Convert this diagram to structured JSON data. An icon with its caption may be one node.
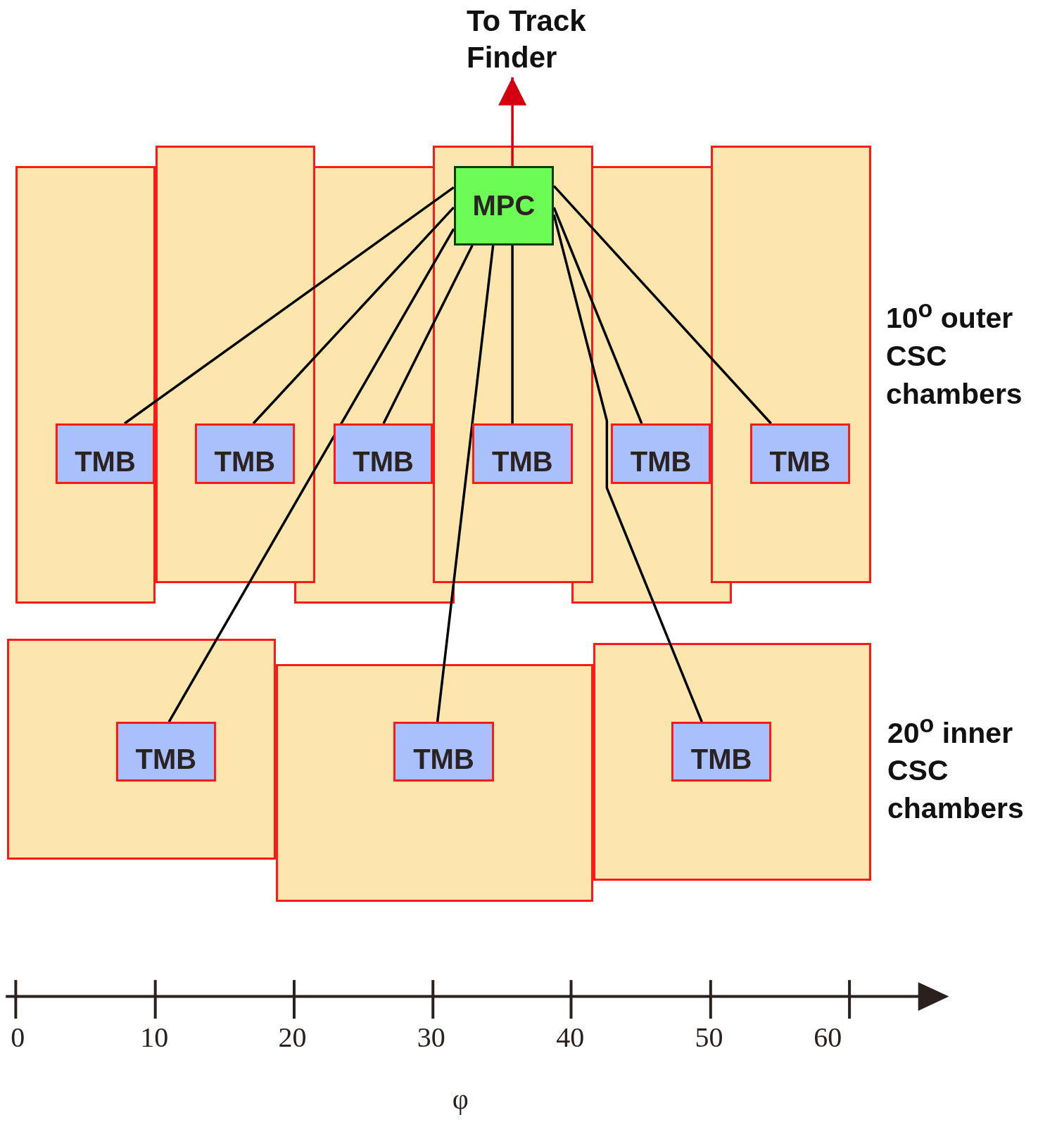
{
  "diagram": {
    "nodes": [
      {
        "text": [
          "To Track Finder"
        ]
      },
      {
        "text": [],
        "shape": "box"
      },
      {
        "text": [],
        "shape": "box"
      },
      {
        "text": [],
        "shape": "box"
      },
      {
        "text": [],
        "shape": "box"
      },
      {
        "text": [
          "MPC"
        ],
        "in": 4
      },
      {
        "text": [],
        "shape": "box"
      },
      {
        "text": [],
        "shape": "box"
      },
      {
        "text": [
          "TMB"
        ],
        "in": 1
      },
      {
        "text": [
          "TMB"
        ],
        "in": 2
      },
      {
        "text": [
          "TMB"
        ],
        "in": 3
      },
      {
        "text": [
          "TMB"
        ],
        "in": 4
      },
      {
        "text": [
          "TMB"
        ],
        "in": 6
      },
      {
        "text": [
          "TMB"
        ],
        "in": 7
      },
      {
        "text": [],
        "shape": "box"
      },
      {
        "text": [],
        "shape": "box"
      },
      {
        "text": [],
        "shape": "box"
      },
      {
        "text": [
          "TMB"
        ],
        "in": 14
      },
      {
        "text": [
          "TMB"
        ],
        "in": 15
      },
      {
        "text": [
          "TMB"
        ],
        "in": 16
      }
    ],
    "edges": [
      {
        "from": 5,
        "to": 0,
        "arrow": "to",
        "color": "#d4000f"
      },
      {
        "from": 5,
        "to": 8,
        "arrow": "none"
      },
      {
        "from": 5,
        "to": 9,
        "arrow": "none"
      },
      {
        "from": 5,
        "to": 17,
        "arrow": "none"
      },
      {
        "from": 5,
        "to": 10,
        "arrow": "none"
      },
      {
        "from": 5,
        "to": 18,
        "arrow": "none"
      },
      {
        "from": 5,
        "to": 11,
        "arrow": "none"
      },
      {
        "from": 5,
        "to": 19,
        "arrow": "none"
      },
      {
        "from": 5,
        "to": 12,
        "arrow": "none"
      },
      {
        "from": 5,
        "to": 13,
        "arrow": "none"
      }
    ],
    "labels": [
      "10$^{o}$ outer CSC chambers",
      "20$^{o}$ inner CSC chambers",
      "0",
      "10",
      "20",
      "30",
      "40",
      "50",
      "60",
      "φ"
    ]
  }
}
